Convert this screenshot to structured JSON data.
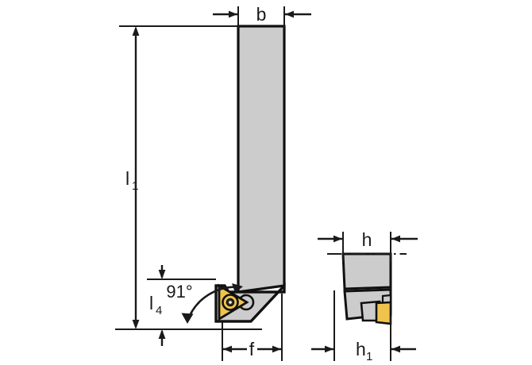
{
  "drawing": {
    "type": "engineering-drawing",
    "subject": "indexable turning tool holder",
    "views": [
      {
        "name": "side-view",
        "position": "left"
      },
      {
        "name": "end-view",
        "position": "right"
      }
    ],
    "colors": {
      "shank_fill": "#cccccc",
      "insert_fill": "#f0c44c",
      "outline": "#111111",
      "dimension_line": "#1a1a1a",
      "background": "#ffffff"
    },
    "dimensions": {
      "b": {
        "label": "b",
        "subscript": "",
        "view": "side-view",
        "placement": "top",
        "meaning": "shank width"
      },
      "l1": {
        "label": "l",
        "subscript": "1",
        "view": "side-view",
        "placement": "left",
        "meaning": "total tool length"
      },
      "l4": {
        "label": "l",
        "subscript": "4",
        "view": "side-view",
        "placement": "left-lower",
        "meaning": "head length"
      },
      "f": {
        "label": "f",
        "subscript": "",
        "view": "side-view",
        "placement": "bottom",
        "meaning": "cutting edge offset"
      },
      "h": {
        "label": "h",
        "subscript": "",
        "view": "end-view",
        "placement": "top",
        "meaning": "shank height"
      },
      "h1": {
        "label": "h",
        "subscript": "1",
        "view": "end-view",
        "placement": "bottom",
        "meaning": "shank height to tip"
      }
    },
    "angle": {
      "value": "91",
      "unit": "°",
      "label": "91°",
      "meaning": "tool cutting edge angle"
    }
  }
}
